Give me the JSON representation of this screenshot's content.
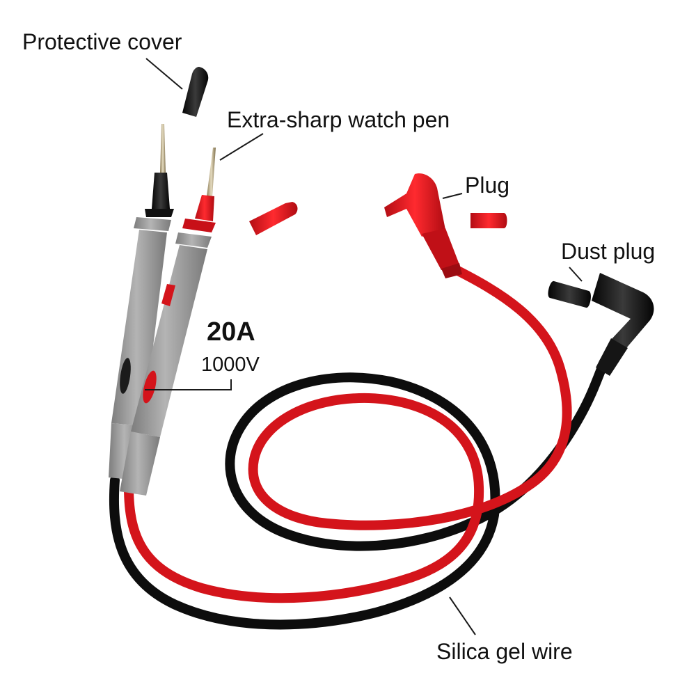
{
  "labels": {
    "protective_cover": "Protective cover",
    "extra_sharp": "Extra-sharp watch pen",
    "plug": "Plug",
    "dust_plug": "Dust plug",
    "current_rating": "20A",
    "voltage_rating": "1000V",
    "silica_wire": "Silica gel wire"
  },
  "colors": {
    "red_lead": "#d7141c",
    "black_lead": "#111111",
    "probe_grey": "#9a9a9a",
    "leader_line": "#1a1a1a"
  }
}
